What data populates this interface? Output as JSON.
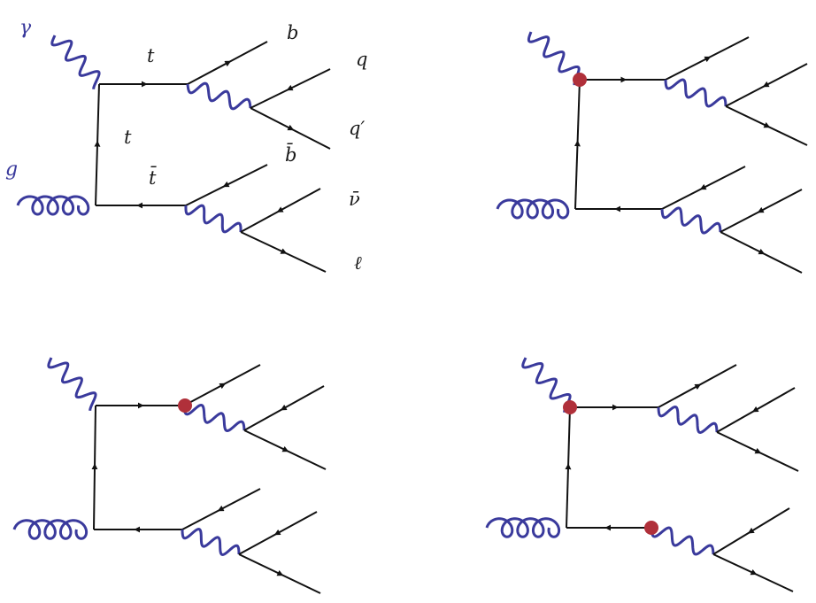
{
  "diagram_1": {
    "labels": {
      "photon": "γ",
      "gluon": "g",
      "top_out": "t",
      "top_internal": "t",
      "antitop": "t̄",
      "b_quark": "b",
      "quark": "q",
      "quark_prime": "q′",
      "anti_b": "b̄",
      "antineutrino": "ν̄",
      "lepton": "ℓ"
    }
  },
  "colors": {
    "fermion_line": "#111111",
    "boson_line": "#3a3a9c",
    "vertex_dot": "#b0303a"
  }
}
